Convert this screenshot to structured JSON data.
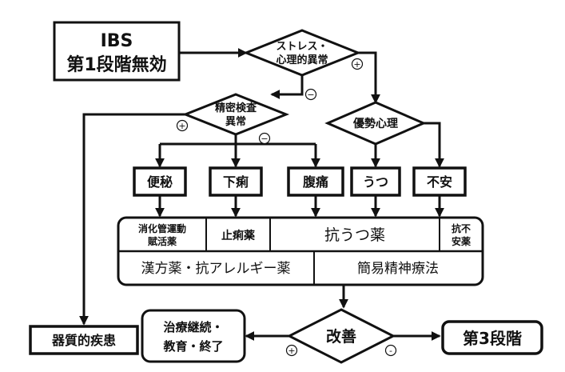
{
  "start_box": {
    "line1": "IBS",
    "line2": "第1段階無効"
  },
  "decision_stress": {
    "line1": "ストレス・",
    "line2": "心理的異常",
    "plus": "+"
  },
  "decision_exam": {
    "line1": "精密検査",
    "line2": "異常",
    "plus": "+",
    "minus": "−"
  },
  "stress_minus": "−",
  "decision_mood": {
    "label": "優勢心理"
  },
  "symptoms": [
    "便秘",
    "下痢",
    "腹痛",
    "うつ",
    "不安"
  ],
  "drug_row": {
    "motility_line1": "消化管運動",
    "motility_line2": "賦活薬",
    "antidiarrheal": "止痢薬",
    "antidepressant": "抗うつ薬",
    "anxiolytic_line1": "抗不",
    "anxiolytic_line2": "安薬"
  },
  "therapy_row": {
    "left": "漢方薬・抗アレルギー薬",
    "right": "簡易精神療法"
  },
  "organic_disease": "器質的疾患",
  "decision_improve": {
    "label": "改善",
    "plus": "+",
    "minus": "-"
  },
  "continue_box": {
    "line1": "治療継続・",
    "line2": "教育・終了"
  },
  "stage3_box": "第3段階"
}
